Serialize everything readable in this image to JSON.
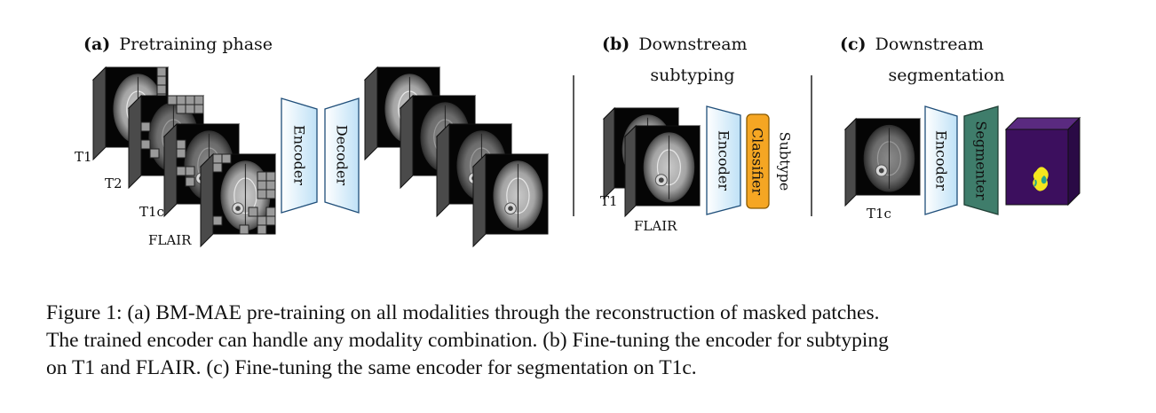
{
  "panels": {
    "a": {
      "tag": "(a)",
      "title": "Pretraining phase"
    },
    "b": {
      "tag": "(b)",
      "title_line1": "Downstream",
      "title_line2": "subtyping"
    },
    "c": {
      "tag": "(c)",
      "title_line1": "Downstream",
      "title_line2": "segmentation"
    }
  },
  "modalities": {
    "t1": "T1",
    "t2": "T2",
    "t1c": "T1c",
    "flair": "FLAIR"
  },
  "blocks": {
    "encoder": "Encoder",
    "decoder": "Decoder",
    "classifier": "Classifier",
    "subtype": "Subtype",
    "segmenter": "Segmenter"
  },
  "colors": {
    "encoder_fill": "#d6ecf9",
    "classifier_fill": "#f5a623",
    "segmenter_fill": "#3f7d6b",
    "segmentation_bg": "#3c0f5e",
    "tumor_yellow": "#f4e61e",
    "tumor_teal": "#27a58a"
  },
  "caption": {
    "line1": "Figure 1: (a) BM-MAE pre-training on all modalities through the reconstruction of masked patches.",
    "line2": "The trained encoder can handle any modality combination. (b) Fine-tuning the encoder for subtyping",
    "line3": "on T1 and FLAIR. (c) Fine-tuning the same encoder for segmentation on T1c."
  }
}
